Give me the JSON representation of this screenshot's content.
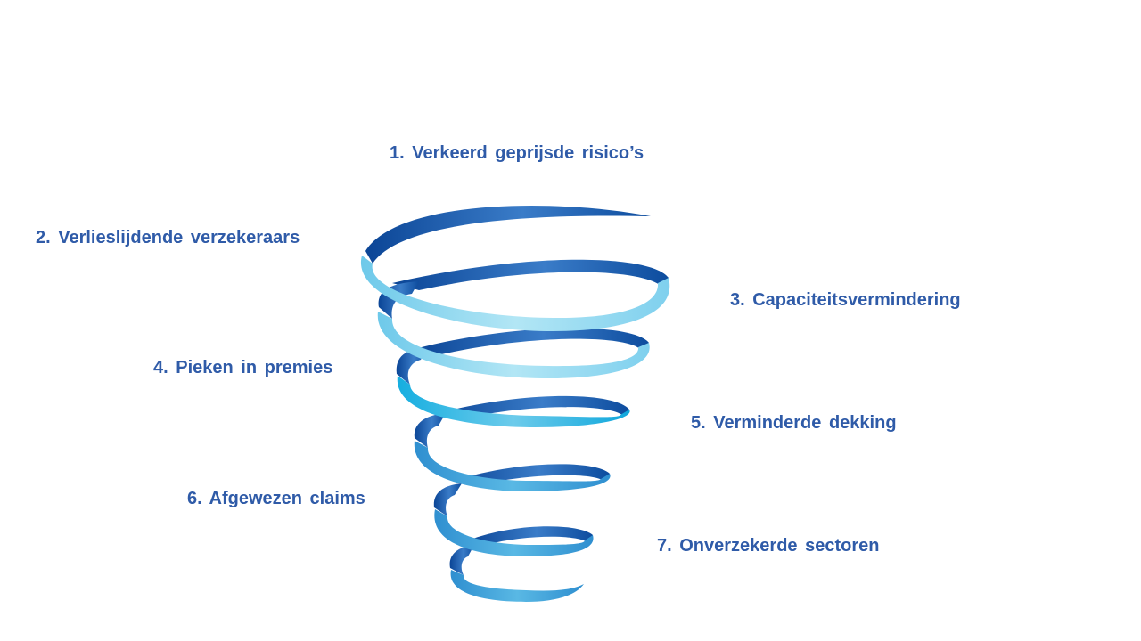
{
  "diagram": {
    "type": "spiral-funnel",
    "steps": [
      {
        "label": "1. Verkeerd geprijsde risico’s"
      },
      {
        "label": "2. Verlieslijdende verzekeraars"
      },
      {
        "label": "3. Capaciteitsvermindering"
      },
      {
        "label": "4. Pieken in premies"
      },
      {
        "label": "5. Verminderde dekking"
      },
      {
        "label": "6. Afgewezen claims"
      },
      {
        "label": "7. Onverzekerde sectoren"
      }
    ],
    "colors": {
      "text": "#2f5ba8",
      "ribbon_dark": "#0c4a9a",
      "ribbon_mid": "#3a7cc8",
      "ribbon_light": "#9fdcf0",
      "ribbon_cyan": "#12b0e0"
    }
  }
}
